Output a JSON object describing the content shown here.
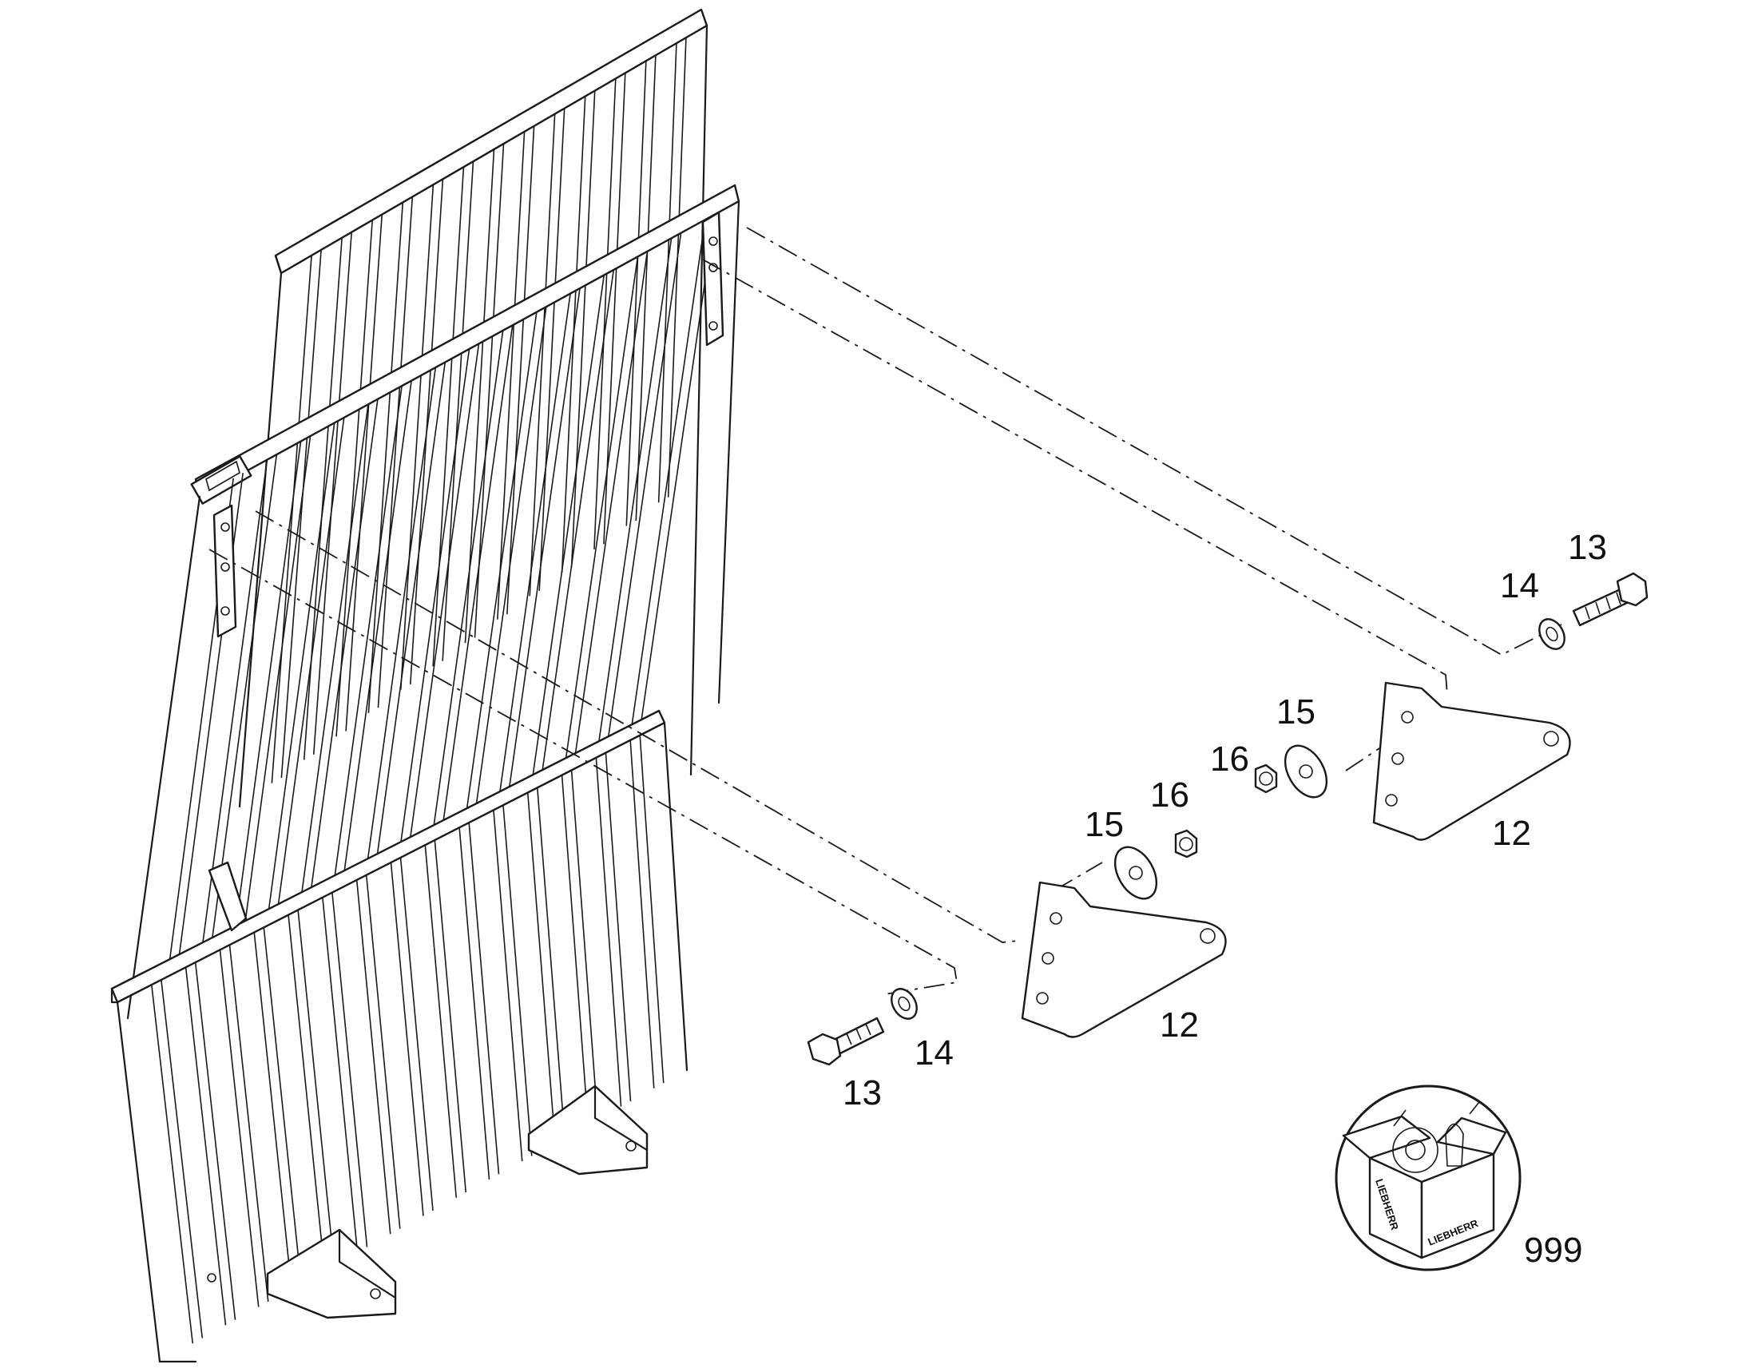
{
  "callouts": {
    "bracket_right": "12",
    "bracket_left": "12",
    "bolt_right": "13",
    "bolt_left": "13",
    "washer_right": "14",
    "washer_left": "14",
    "flat_washer_right": "15",
    "flat_washer_left": "15",
    "nut_right": "16",
    "nut_left": "16",
    "kit": "999"
  },
  "kit_logo": {
    "brand_front": "LIEBHERR",
    "brand_side": "LIEBHERR"
  }
}
